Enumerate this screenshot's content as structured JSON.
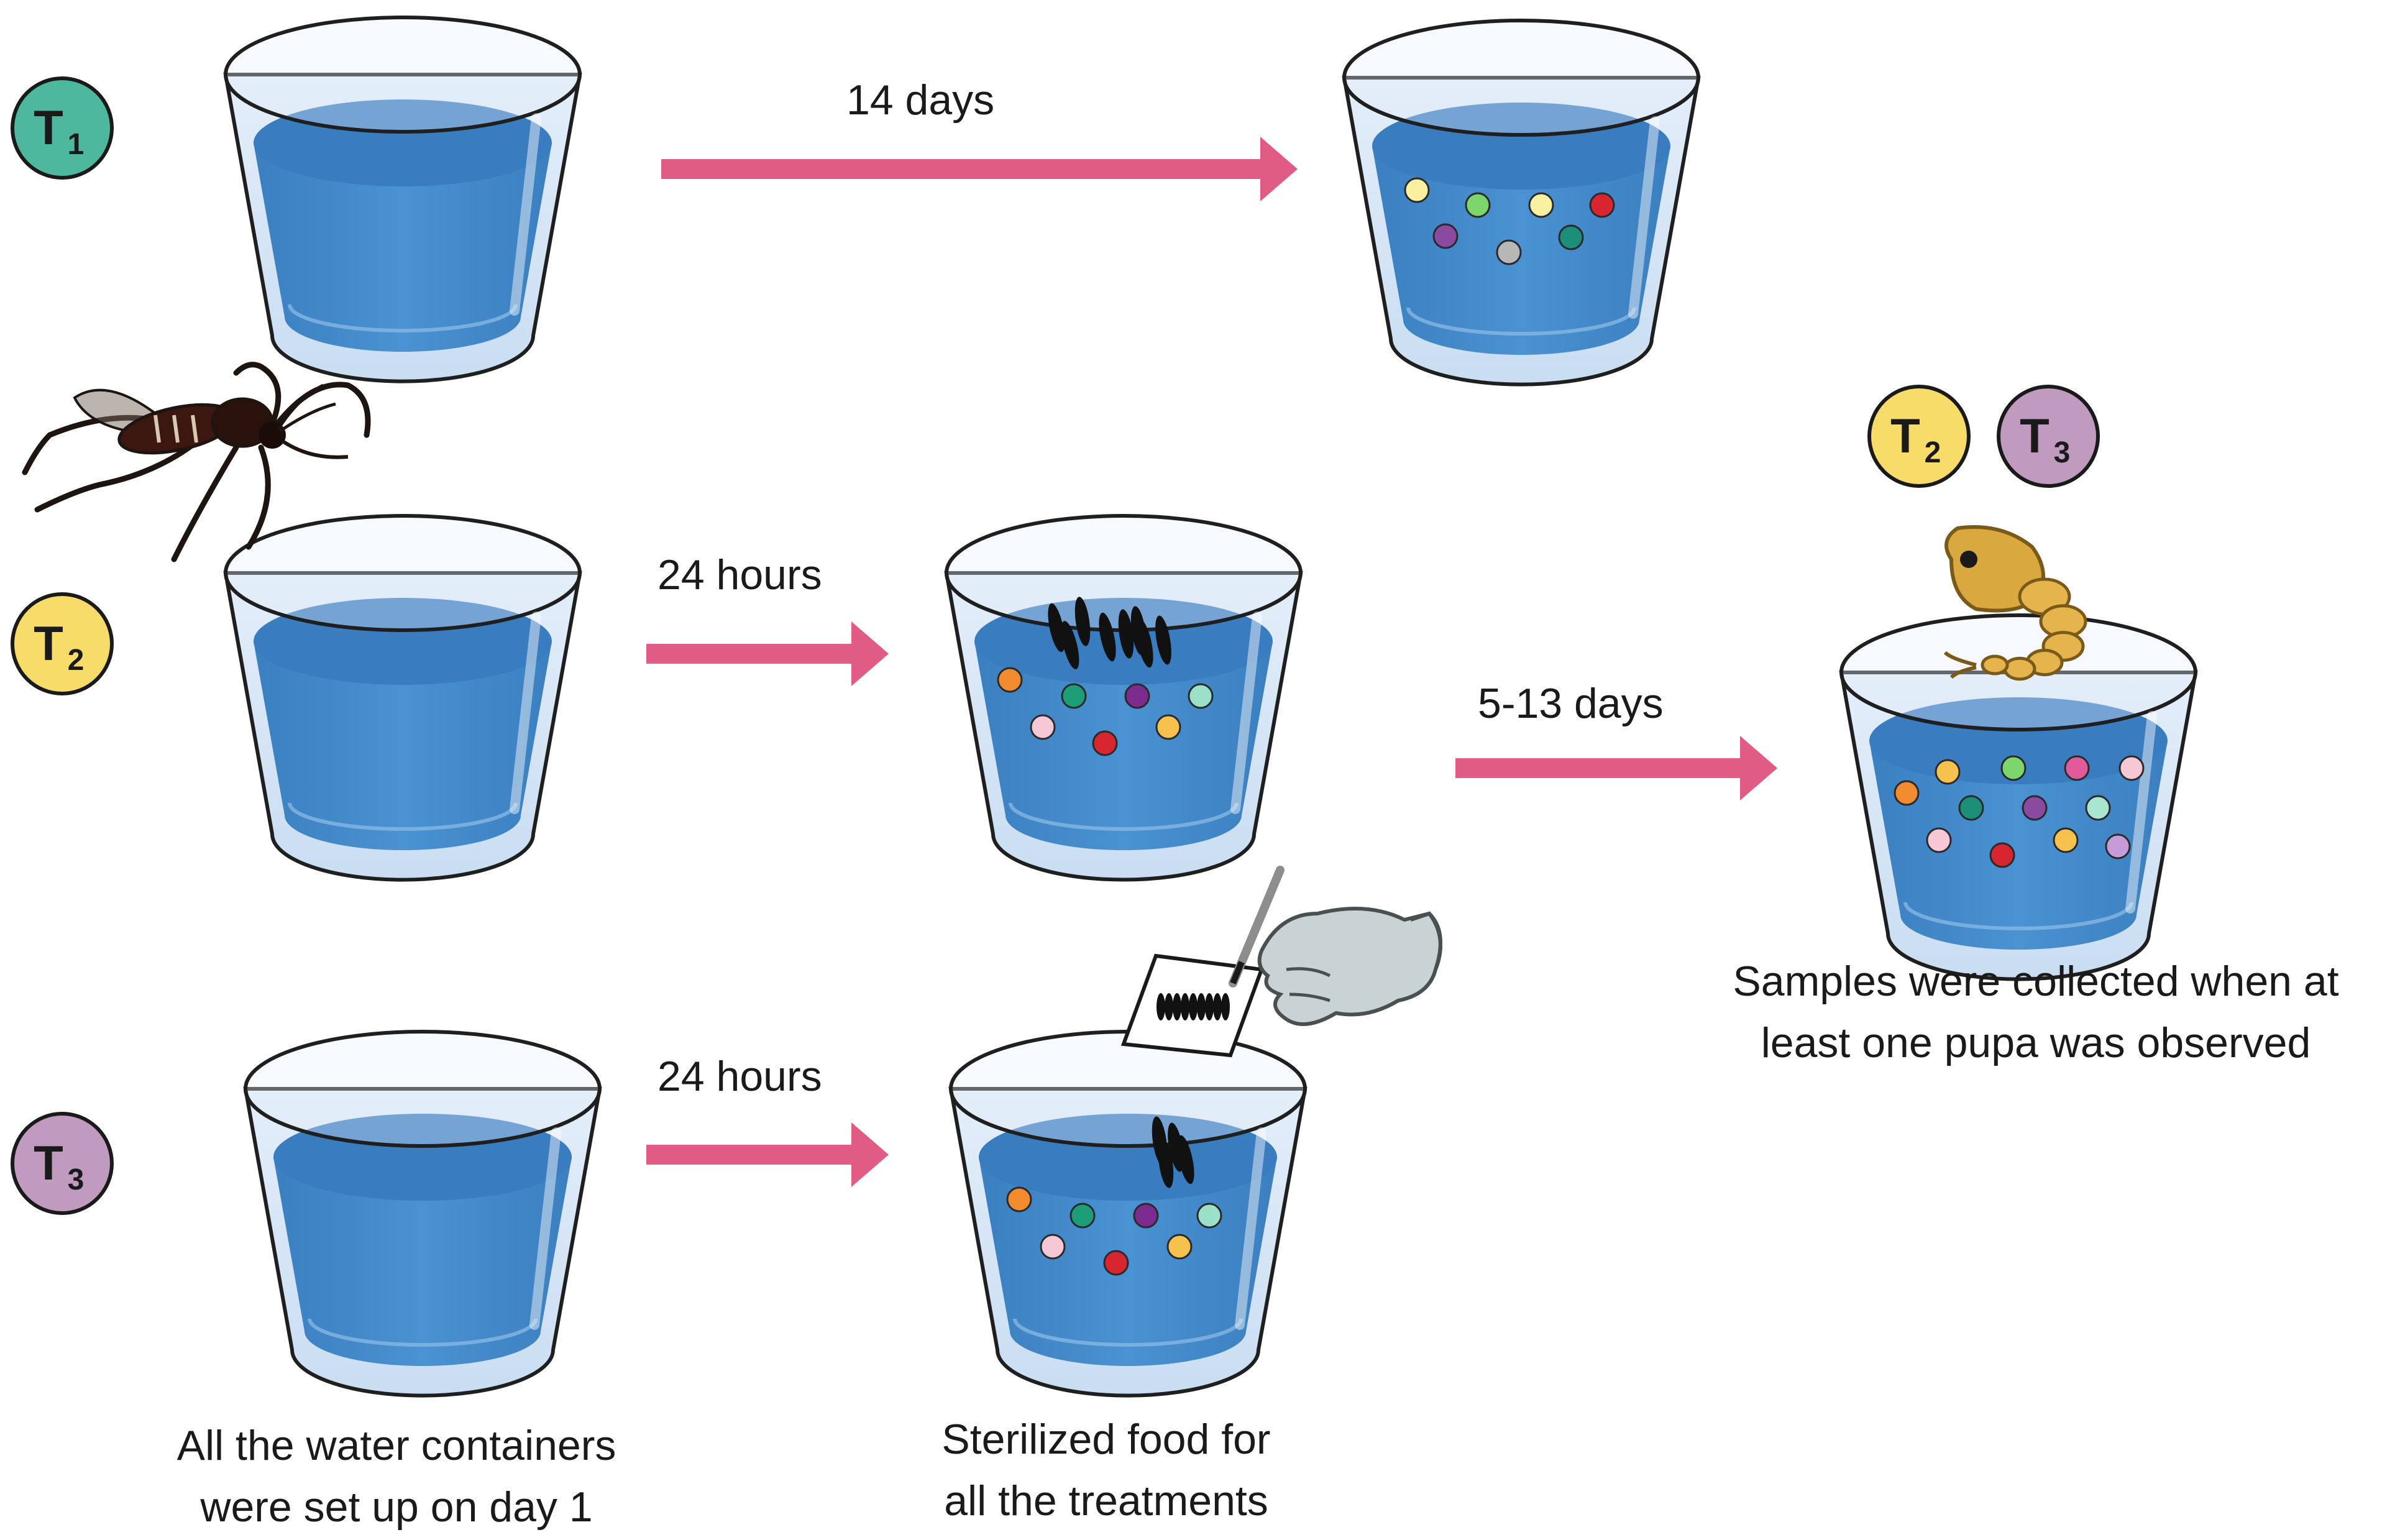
{
  "treatments": [
    {
      "id": "t1",
      "letter": "T",
      "sub": "1",
      "color": "#4db89d"
    },
    {
      "id": "t2",
      "letter": "T",
      "sub": "2",
      "color": "#f7dc6a"
    },
    {
      "id": "t3",
      "letter": "T",
      "sub": "3",
      "color": "#c19ac0"
    }
  ],
  "arrows": {
    "t1": "14 days",
    "t2": "24 hours",
    "t3": "24 hours",
    "final": "5-13 days"
  },
  "captions": {
    "setup": [
      "All the water containers",
      "were set up on day 1"
    ],
    "food": [
      "Sterilized food for",
      "all the treatments"
    ],
    "samples": [
      "Samples were collected when at",
      "least one pupa was observed"
    ]
  },
  "colors": {
    "arrow": "#e05c84",
    "water_dark": "#3f86c6",
    "water_light": "#a9cdee",
    "glass": "#d7e8f7"
  },
  "icons": [
    "mosquito-icon",
    "gloved-hand-scalpel-icon",
    "pupa-icon",
    "egg-icon",
    "bacteria-dot-icon"
  ]
}
